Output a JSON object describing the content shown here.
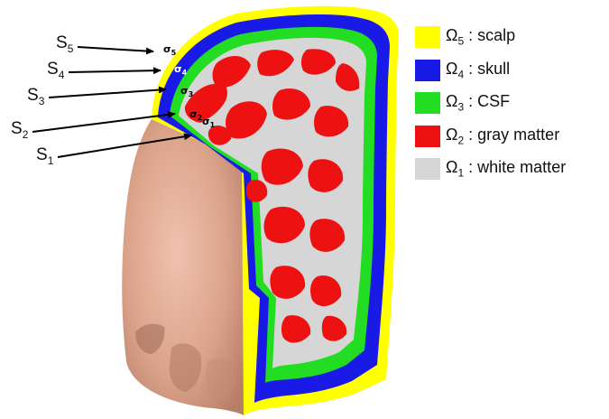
{
  "colors": {
    "scalp": "#ffff00",
    "skull": "#1a1ae6",
    "csf": "#22dd22",
    "gray_matter": "#ee1111",
    "white_matter": "#d6d6d6",
    "skin": "#e0a890"
  },
  "legend": [
    {
      "symbol": "Ω",
      "sub": "5",
      "text": " : scalp",
      "color": "#ffff00"
    },
    {
      "symbol": "Ω",
      "sub": "4",
      "text": " : skull",
      "color": "#1a1ae6"
    },
    {
      "symbol": "Ω",
      "sub": "3",
      "text": " : CSF",
      "color": "#22dd22"
    },
    {
      "symbol": "Ω",
      "sub": "2",
      "text": " : gray matter",
      "color": "#ee1111"
    },
    {
      "symbol": "Ω",
      "sub": "1",
      "text": " : white matter",
      "color": "#d6d6d6"
    }
  ],
  "surfaces": [
    {
      "symbol": "S",
      "sub": "5"
    },
    {
      "symbol": "S",
      "sub": "4"
    },
    {
      "symbol": "S",
      "sub": "3"
    },
    {
      "symbol": "S",
      "sub": "2"
    },
    {
      "symbol": "S",
      "sub": "1"
    }
  ],
  "conductivities": [
    {
      "symbol": "σ",
      "sub": "5"
    },
    {
      "symbol": "σ",
      "sub": "4"
    },
    {
      "symbol": "σ",
      "sub": "3"
    },
    {
      "symbol": "σ",
      "sub": "2"
    },
    {
      "symbol": "σ",
      "sub": "1"
    }
  ]
}
